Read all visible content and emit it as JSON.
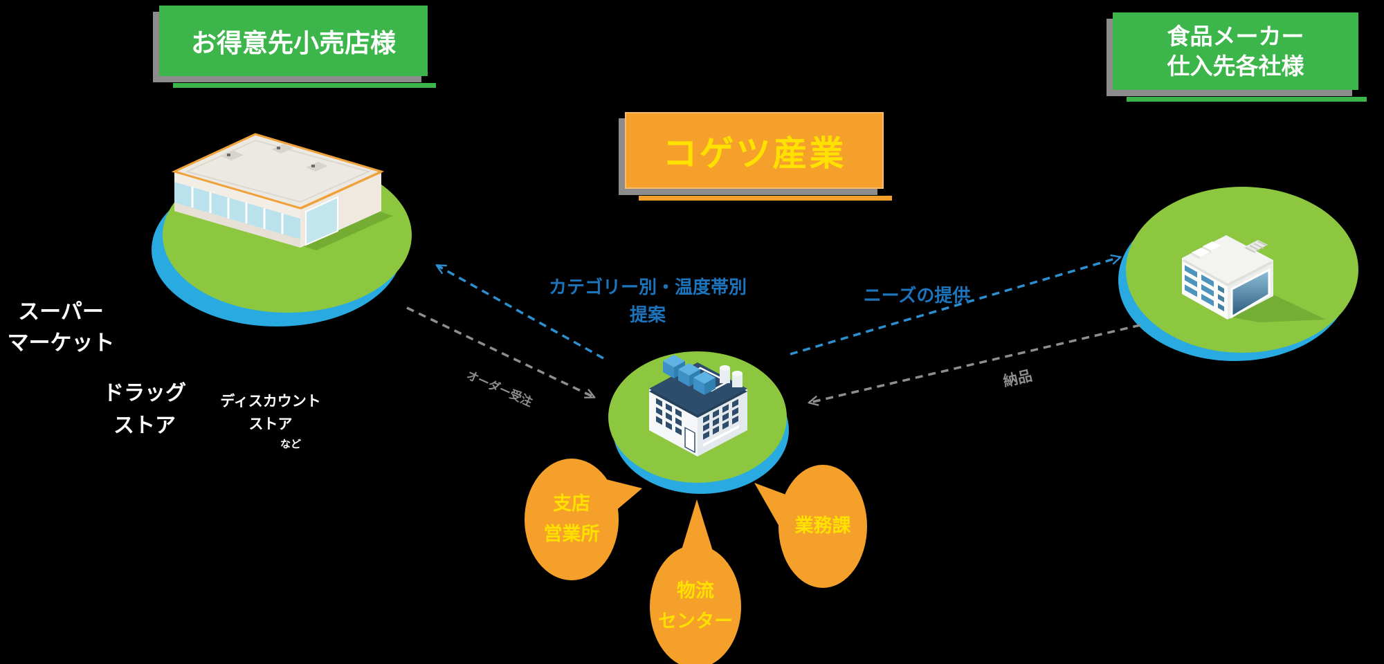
{
  "colors": {
    "green": "#3CB64A",
    "orange": "#F5A02B",
    "yellow": "#FFE100",
    "blue_text": "#1B74BC",
    "blue_dash": "#2E8FD0",
    "gray_flow": "#8E8E8E",
    "grass_green": "#8DC63F",
    "water_blue": "#29ABE2",
    "shadow_gray": "#8C8C8C",
    "building_navy": "#2E4D6D"
  },
  "customer_box": {
    "label": "お得意先小売店様"
  },
  "supplier_box": {
    "line1": "食品メーカー",
    "line2": "仕入先各社様"
  },
  "company_box": {
    "label": "コゲツ産業"
  },
  "store_labels": {
    "supermarket_line1": "スーパー",
    "supermarket_line2": "マーケット",
    "drugstore_line1": "ドラッグ",
    "drugstore_line2": "ストア",
    "discount_line1": "ディスカウント",
    "discount_line2": "ストア",
    "etc": "など"
  },
  "flows": {
    "proposal_line1": "カテゴリー別・温度帯別",
    "proposal_line2": "提案",
    "order_label": "オーダー受注",
    "needs_label": "ニーズの提供",
    "supply_label": "納品"
  },
  "departments": {
    "branch_line1": "支店",
    "branch_line2": "営業所",
    "logistics_line1": "物流",
    "logistics_line2": "センター",
    "operations_label": "業務課"
  }
}
